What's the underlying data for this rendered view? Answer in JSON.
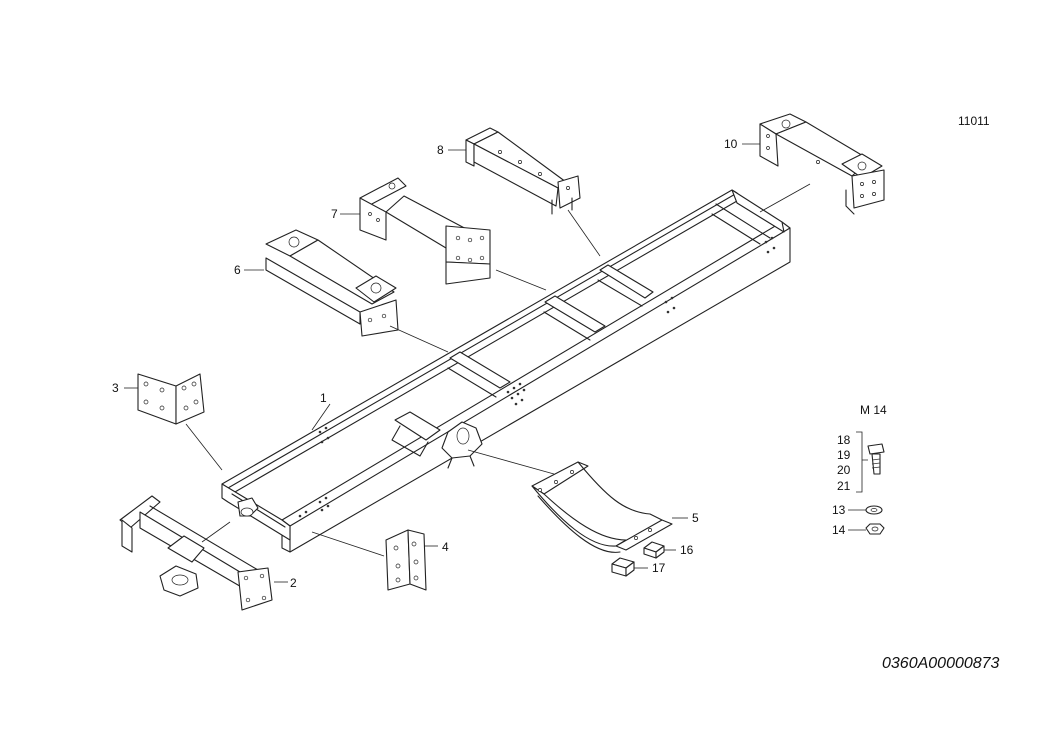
{
  "sheet_number": "11011",
  "drawing_code": "0360A00000873",
  "hardware_group_label": "M 14",
  "callouts": {
    "c1": "1",
    "c2": "2",
    "c3": "3",
    "c4": "4",
    "c5": "5",
    "c6": "6",
    "c7": "7",
    "c8": "8",
    "c10": "10",
    "c13": "13",
    "c14": "14",
    "c16": "16",
    "c17": "17",
    "c18": "18",
    "c19": "19",
    "c20": "20",
    "c21": "21"
  }
}
